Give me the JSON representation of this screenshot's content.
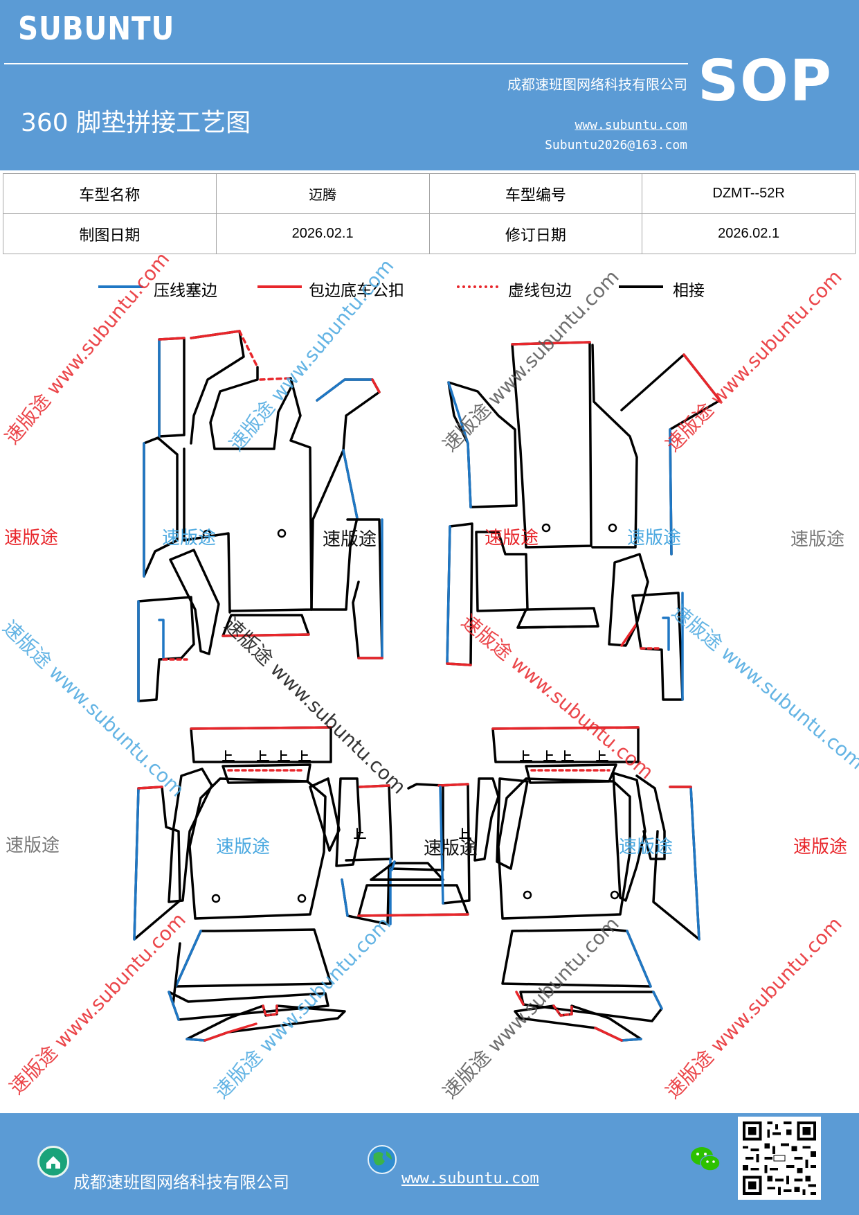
{
  "header": {
    "brand": "SUBUNTU",
    "company": "成都速班图网络科技有限公司",
    "title": "360 脚垫拼接工艺图",
    "website": "www.subuntu.com",
    "email": "Subuntu2026@163.com",
    "badge": "SOP"
  },
  "info_table": {
    "rows": [
      [
        {
          "text": "车型名称",
          "kind": "label"
        },
        {
          "text": "迈腾",
          "kind": "value"
        },
        {
          "text": "车型编号",
          "kind": "label"
        },
        {
          "text": "DZMT--52R",
          "kind": "value"
        }
      ],
      [
        {
          "text": "制图日期",
          "kind": "label"
        },
        {
          "text": "2026.02.1",
          "kind": "value"
        },
        {
          "text": "修订日期",
          "kind": "label"
        },
        {
          "text": "2026.02.1",
          "kind": "value"
        }
      ]
    ]
  },
  "legend": [
    {
      "label": "压线塞边",
      "color": "#1f77c4",
      "style": "solid"
    },
    {
      "label": "包边底车公扣",
      "color": "#e8262b",
      "style": "solid"
    },
    {
      "label": "虚线包边",
      "color": "#e8262b",
      "style": "dashed"
    },
    {
      "label": "相接",
      "color": "#000000",
      "style": "solid"
    }
  ],
  "watermark": {
    "brand_text": "速版途",
    "diag_text": "速版途 www.subuntu.com",
    "colors": {
      "red": "#e8262b",
      "blue": "#4aa8e0",
      "gray": "#777777",
      "black": "#111111"
    }
  },
  "footer": {
    "company": "成都速班图网络科技有限公司",
    "website": "www.subuntu.com",
    "icons": [
      "home-icon",
      "globe-icon",
      "wechat-icon",
      "qr-code"
    ]
  },
  "colors": {
    "header_bg": "#5b9bd5",
    "text_on_header": "#ffffff",
    "table_border": "#a6a6a6"
  }
}
